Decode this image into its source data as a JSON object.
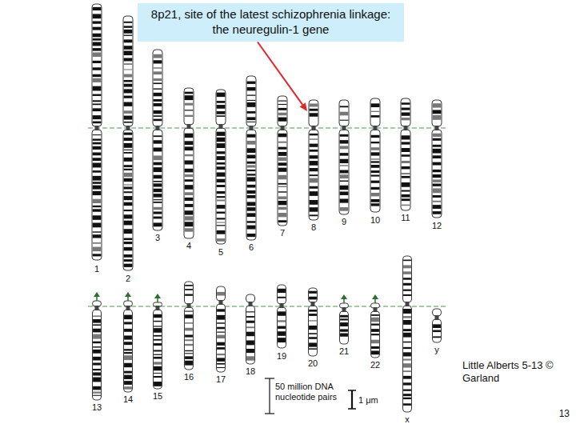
{
  "diagram": {
    "nodes": [
      {
        "text": [
          "8p21, site of the latest schizophrenia linkage: the neuregulin-1 gene"
        ]
      }
    ],
    "labels": [
      "1",
      "2",
      "3",
      "4",
      "5",
      "6",
      "7",
      "8",
      "9",
      "10",
      "11",
      "12",
      "13",
      "14",
      "15",
      "16",
      "17",
      "18",
      "19",
      "20",
      "21",
      "22",
      "x",
      "y",
      "50 million DNA nucleotide pairs",
      "1 μm",
      "Little Alberts 5-13 © Garland",
      "13"
    ]
  }
}
